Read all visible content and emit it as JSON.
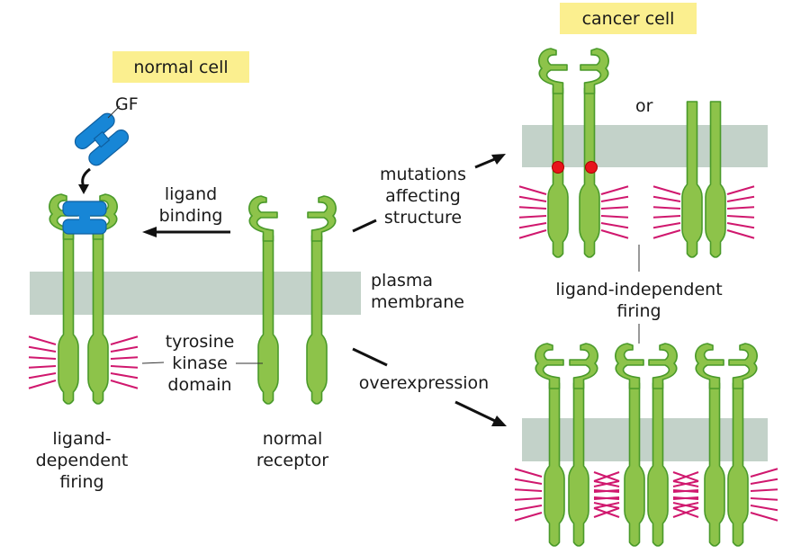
{
  "diagram": {
    "type": "receptor tyrosine kinase activation",
    "panels": {
      "normal_cell": {
        "tag": "normal cell",
        "gf_label": "GF",
        "ligand_binding_label": [
          "ligand",
          "binding"
        ],
        "membrane_label": [
          "plasma",
          "membrane"
        ],
        "kinase_label": [
          "tyrosine",
          "kinase",
          "domain"
        ],
        "ligand_dependent_label": [
          "ligand-",
          "dependent",
          "firing"
        ],
        "normal_receptor_label": [
          "normal",
          "receptor"
        ]
      },
      "cancer_cell": {
        "tag": "cancer cell",
        "or_label": "or",
        "mutations_label": [
          "mutations",
          "affecting",
          "structure"
        ],
        "overexpression_label": "overexpression",
        "ligand_independent_label": [
          "ligand-independent",
          "firing"
        ]
      }
    },
    "colors": {
      "receptor": "#8dc34a",
      "receptor_outline": "#4a9a2a",
      "membrane": "#c3d2c9",
      "label_tag": "#fbef8f",
      "growth_factor": "#1786d6",
      "firing_rays": "#d0186e",
      "mutation_dot": "#e8141c"
    }
  }
}
